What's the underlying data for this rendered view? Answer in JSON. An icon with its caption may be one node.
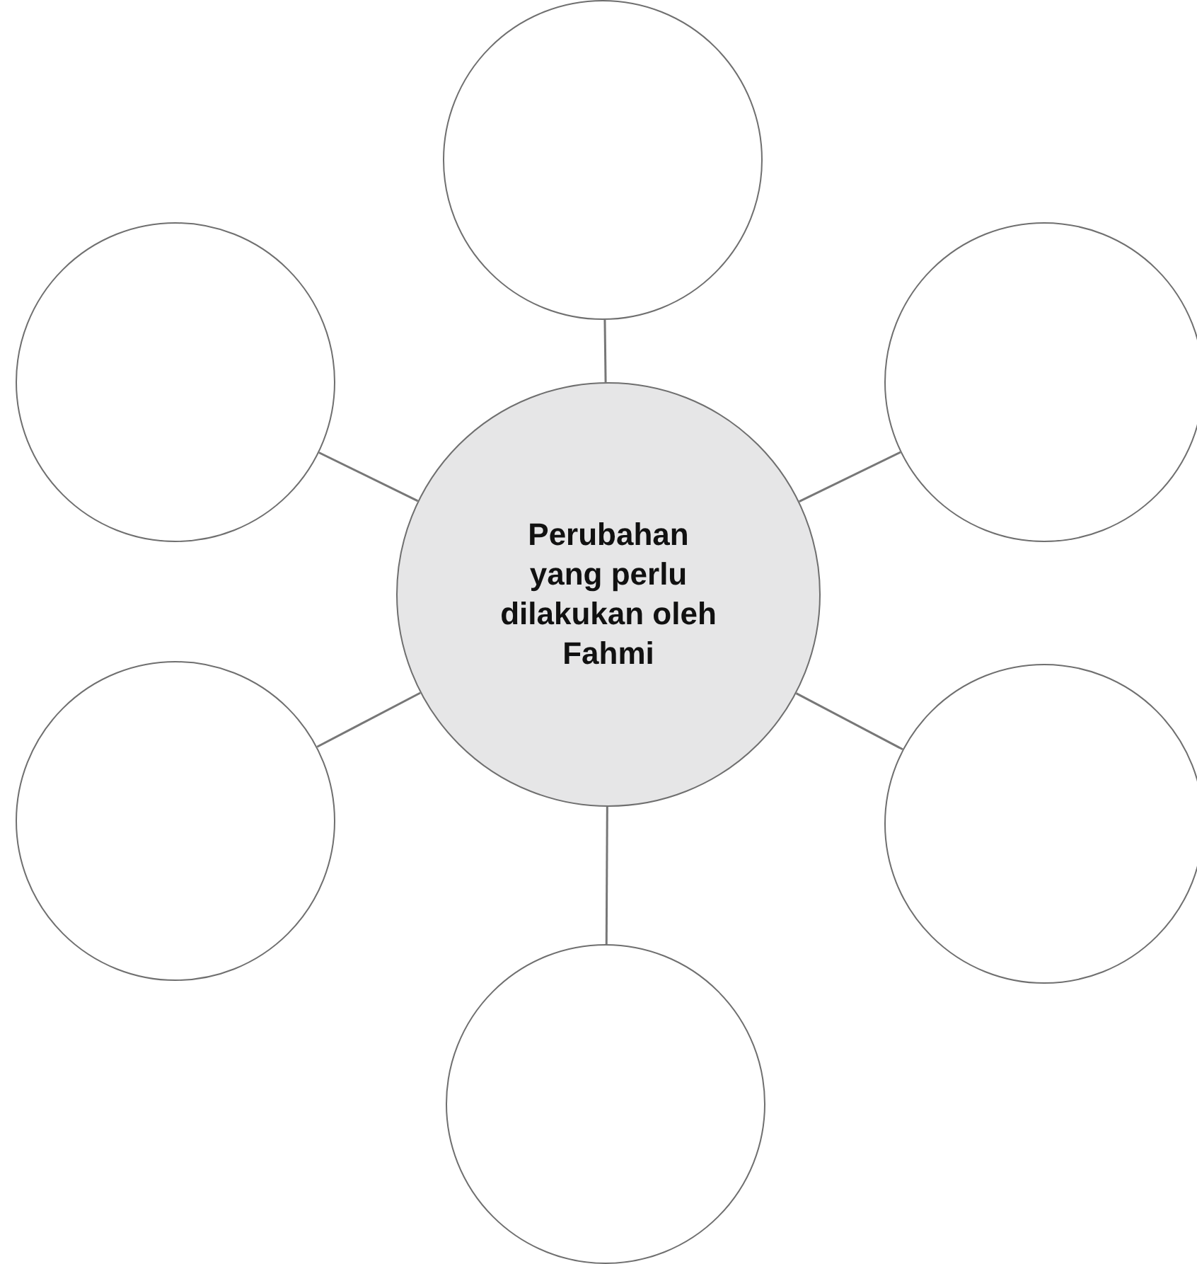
{
  "diagram": {
    "nodes": [
      {
        "text": [],
        "shape": "circle"
      },
      {
        "text": [],
        "shape": "circle"
      },
      {
        "text": [],
        "shape": "circle"
      },
      {
        "text": [
          "Perubahan yang perlu dilakukan oleh Fahmi"
        ]
      },
      {
        "text": [],
        "shape": "circle"
      },
      {
        "text": [],
        "shape": "circle"
      },
      {
        "text": [],
        "shape": "circle"
      }
    ],
    "edges": [
      {
        "from": 3,
        "to": 0,
        "arrow": "none"
      },
      {
        "from": 3,
        "to": 1,
        "arrow": "none"
      },
      {
        "from": 3,
        "to": 2,
        "arrow": "none"
      },
      {
        "from": 3,
        "to": 4,
        "arrow": "none"
      },
      {
        "from": 3,
        "to": 5,
        "arrow": "none"
      },
      {
        "from": 3,
        "to": 6,
        "arrow": "none"
      }
    ]
  }
}
